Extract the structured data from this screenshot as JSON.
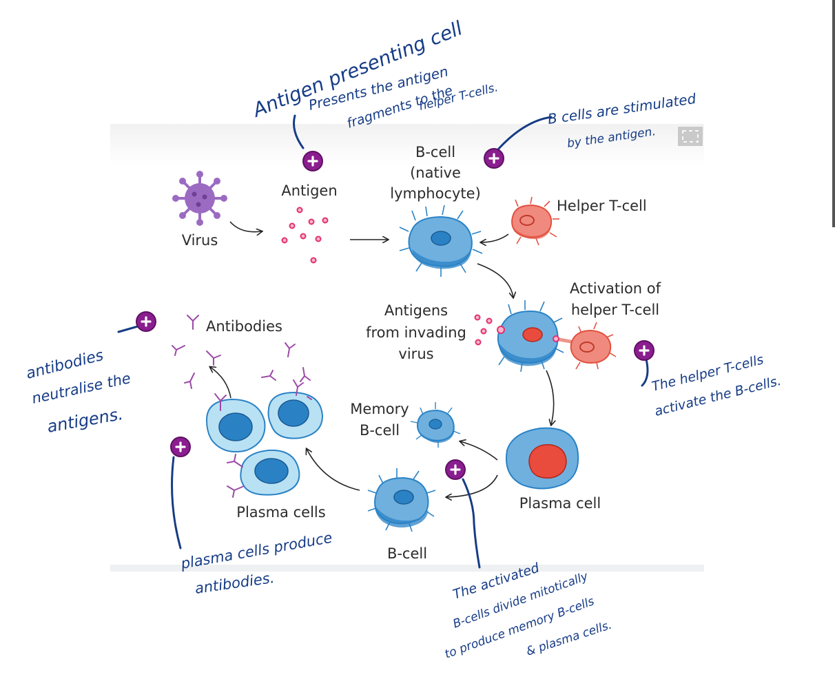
{
  "labels": {
    "virus": "Virus",
    "antigen": "Antigen",
    "bcell_native_1": "B-cell",
    "bcell_native_2": "(native",
    "bcell_native_3": "lymphocyte)",
    "helper_tcell": "Helper T-cell",
    "activation_1": "Activation of",
    "activation_2": "helper T-cell",
    "antigens_invading_1": "Antigens",
    "antigens_invading_2": "from invading",
    "antigens_invading_3": "virus",
    "antibodies": "Antibodies",
    "memory_bcell_1": "Memory",
    "memory_bcell_2": "B-cell",
    "plasma_cell": "Plasma cell",
    "plasma_cells": "Plasma cells",
    "bcell_bottom": "B-cell"
  },
  "annotations": {
    "apc_1": "Antigen presenting cell",
    "apc_2": "Presents the antigen",
    "apc_3": "fragments to the",
    "apc_4": "helper T-cells.",
    "bcells_1": "B cells are stimulated",
    "bcells_2": "by the antigen.",
    "antibodies_1": "antibodies",
    "antibodies_2": "neutralise the",
    "antibodies_3": "antigens.",
    "helper_1": "The helper T-cells",
    "helper_2": "activate the B-cells.",
    "plasma_1": "plasma cells produce",
    "plasma_2": "antibodies.",
    "activated_1": "The activated",
    "activated_2": "B-cells divide mitotically",
    "activated_3": "to produce memory B-cells",
    "activated_4": "& plasma cells."
  },
  "colors": {
    "annotation_ink": "#163c86",
    "hotspot": "#8a1e8f",
    "bcell_blue": "#6fb0de",
    "bcell_dark": "#2a82c5",
    "tcell_red": "#f08a7e",
    "antigen_pink": "#e3306e",
    "antibody_purple": "#9b4aa6"
  },
  "icons": [
    "plus-circle-icon",
    "expand-icon",
    "virus-icon"
  ]
}
